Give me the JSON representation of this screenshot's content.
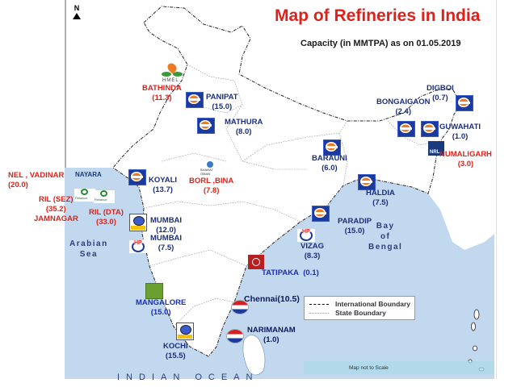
{
  "title": "Map of Refineries in India",
  "subtitle": "Capacity  (in MMTPA) as on 01.05.2019",
  "north_label": "N",
  "water_labels": {
    "arabian_sea": [
      "Arabian",
      "Sea"
    ],
    "bay_of_bengal": [
      "Bay",
      "of",
      "Bengal"
    ],
    "indian_ocean": "INDIAN OCEAN"
  },
  "refineries": [
    {
      "name": "BATHINDA",
      "capacity": "(11.3)",
      "operator_icon": "hmel-logo-icon",
      "label_color": "#d8261c"
    },
    {
      "name": "PANIPAT",
      "capacity": "(15.0)",
      "operator_icon": "indianoil-logo-icon",
      "label_color": "#1c2f7a"
    },
    {
      "name": "MATHURA",
      "capacity": "(8.0)",
      "operator_icon": "indianoil-logo-icon",
      "label_color": "#1c2f7a"
    },
    {
      "name": "DIGBOI",
      "capacity": "(0.7)",
      "operator_icon": "indianoil-logo-icon",
      "label_color": "#1c2f7a"
    },
    {
      "name": "BONGAIGAON",
      "capacity": "(2.4)",
      "operator_icon": "indianoil-logo-icon",
      "label_color": "#1c2f7a"
    },
    {
      "name": "GUWAHATI",
      "capacity": "(1.0)",
      "operator_icon": "indianoil-logo-icon",
      "label_color": "#1c2f7a"
    },
    {
      "name": "NUMALIGARH",
      "capacity": "(3.0)",
      "operator_icon": "nrl-logo-icon",
      "label_color": "#d8261c"
    },
    {
      "name": "BARAUNI",
      "capacity": "(6.0)",
      "operator_icon": "indianoil-logo-icon",
      "label_color": "#1c2f7a"
    },
    {
      "name": "HALDIA",
      "capacity": "(7.5)",
      "operator_icon": "indianoil-logo-icon",
      "label_color": "#1c2f7a"
    },
    {
      "name": "PARADIP",
      "capacity": "(15.0)",
      "operator_icon": "indianoil-logo-icon",
      "label_color": "#1c2f7a"
    },
    {
      "name": "VIZAG",
      "capacity": "(8.3)",
      "operator_icon": "hp-logo-icon",
      "label_color": "#1c2f7a"
    },
    {
      "name": "TATIPAKA",
      "capacity": "(0.1)",
      "operator_icon": "ongc-logo-icon",
      "label_color": "#1c2fb0"
    },
    {
      "name": "Chennai",
      "capacity": "(10.5)",
      "operator_icon": "cpcl-logo-icon",
      "label_color": "#0a1a60"
    },
    {
      "name": "NARIMANAM",
      "capacity": "(1.0)",
      "operator_icon": "cpcl-logo-icon",
      "label_color": "#0a1a60"
    },
    {
      "name": "KOCHI",
      "capacity": "(15.5)",
      "operator_icon": "bpcl-logo-icon",
      "label_color": "#1c2f7a"
    },
    {
      "name": "MANGALORE",
      "capacity": "(15.0)",
      "operator_icon": "mrpl-logo-icon",
      "label_color": "#1c2fb0"
    },
    {
      "name": "MUMBAI",
      "capacity": "(12.0)",
      "operator_icon": "bpcl-logo-icon",
      "label_color": "#1c2f7a"
    },
    {
      "name": "MUMBAI",
      "capacity": "(7.5)",
      "operator_icon": "hp-logo-icon",
      "label_color": "#1c2f7a"
    },
    {
      "name": "KOYALI",
      "capacity": "(13.7)",
      "operator_icon": "indianoil-logo-icon",
      "label_color": "#1c2f7a"
    },
    {
      "name": "BORL ,BINA",
      "capacity": "(7.8)",
      "operator_icon": "borl-logo-icon",
      "label_color": "#d8261c"
    },
    {
      "name": "NEL , VADINAR",
      "capacity": "(20.0)",
      "operator_icon": "nayara-logo-icon",
      "label_color": "#d8261c"
    },
    {
      "name": "RIL (SEZ)",
      "capacity": "(35.2)",
      "operator_icon": "reliance-logo-icon",
      "label_color": "#d8261c"
    },
    {
      "name": "RIL (DTA)",
      "capacity": "(33.0)",
      "operator_icon": "reliance-logo-icon",
      "label_color": "#d8261c"
    },
    {
      "name": "JAMNAGAR",
      "capacity": "",
      "operator_icon": "",
      "label_color": "#d8261c"
    }
  ],
  "logos_text": {
    "hmel": "HMEL",
    "nrl": "NRL",
    "nayara": "NAYARA",
    "hp": "HP",
    "reliance": "Reliance",
    "borl": "BHARAT OMAN"
  },
  "legend": {
    "items": [
      {
        "label": "International Boundary",
        "style": "dash-dot",
        "color": "#000000"
      },
      {
        "label": "State Boundary",
        "style": "dotted",
        "color": "#999999"
      }
    ]
  },
  "scale_note": "Map not to Scale",
  "colors": {
    "title": "#e0201a",
    "sea": "#c2d8ef",
    "land": "#ffffff",
    "label_blue": "#1c2f7a",
    "label_red": "#d8261c"
  }
}
